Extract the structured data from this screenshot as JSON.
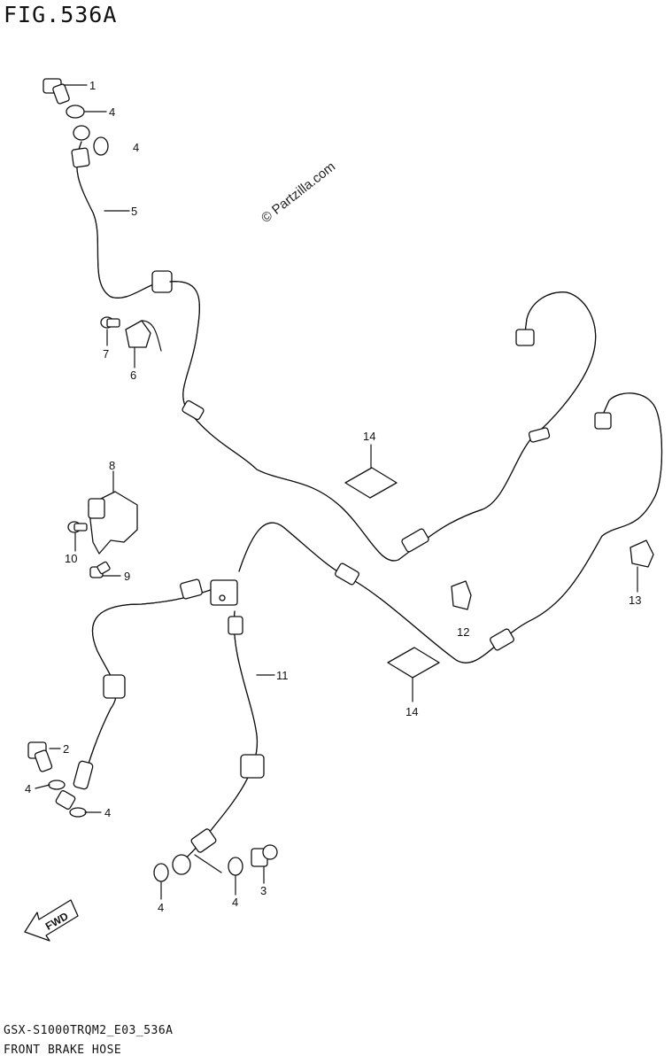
{
  "figure": {
    "title": "FIG.536A"
  },
  "watermark": "© Partzilla.com",
  "footer": {
    "model_code": "GSX-S1000TRQM2_E03_536A",
    "caption": "FRONT BRAKE HOSE"
  },
  "fwd_label": "FWD",
  "callouts": [
    {
      "id": "c-1",
      "text": "1"
    },
    {
      "id": "c-4a",
      "text": "4"
    },
    {
      "id": "c-4b",
      "text": "4"
    },
    {
      "id": "c-5",
      "text": "5"
    },
    {
      "id": "c-7",
      "text": "7"
    },
    {
      "id": "c-6",
      "text": "6"
    },
    {
      "id": "c-8",
      "text": "8"
    },
    {
      "id": "c-10",
      "text": "10"
    },
    {
      "id": "c-9",
      "text": "9"
    },
    {
      "id": "c-14a",
      "text": "14"
    },
    {
      "id": "c-13",
      "text": "13"
    },
    {
      "id": "c-12",
      "text": "12"
    },
    {
      "id": "c-11",
      "text": "11"
    },
    {
      "id": "c-14b",
      "text": "14"
    },
    {
      "id": "c-2",
      "text": "2"
    },
    {
      "id": "c-4c",
      "text": "4"
    },
    {
      "id": "c-4d",
      "text": "4"
    },
    {
      "id": "c-4e",
      "text": "4"
    },
    {
      "id": "c-4f",
      "text": "4"
    },
    {
      "id": "c-3",
      "text": "3"
    }
  ]
}
